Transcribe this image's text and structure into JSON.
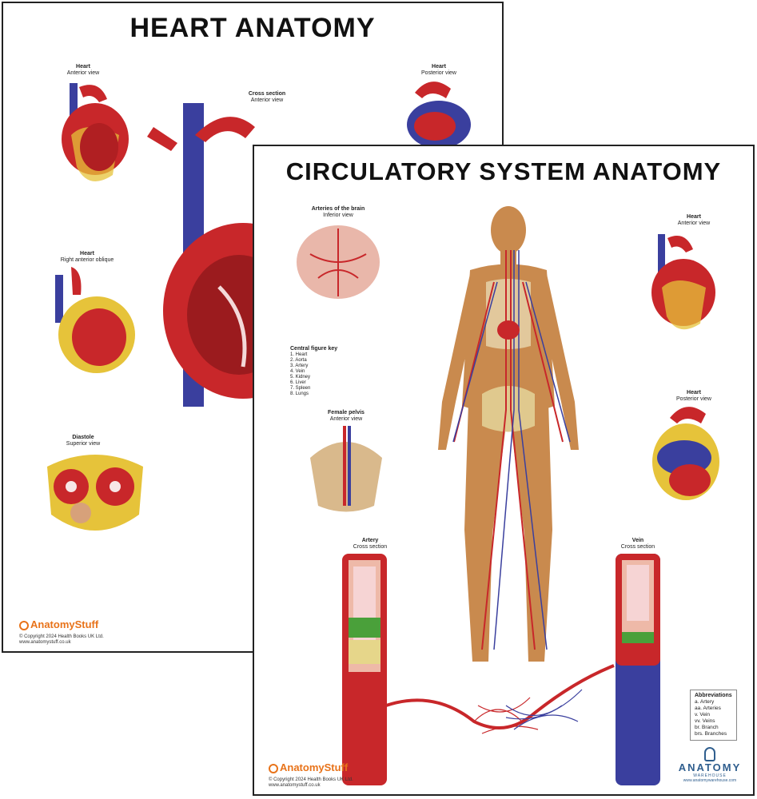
{
  "back_poster": {
    "title": "HEART ANATOMY",
    "captions": {
      "anterior": {
        "title": "Heart",
        "sub": "Anterior view"
      },
      "cross_section": {
        "title": "Cross section",
        "sub": "Anterior view"
      },
      "posterior": {
        "title": "Heart",
        "sub": "Posterior view"
      },
      "right_anterior_oblique": {
        "title": "Heart",
        "sub": "Right anterior oblique"
      },
      "diastole": {
        "title": "Diastole",
        "sub": "Superior view"
      }
    },
    "brand": "AnatomyStuff",
    "copyright": "© Copyright 2024 Health Books UK Ltd.",
    "url": "www.anatomystuff.co.uk"
  },
  "front_poster": {
    "title": "CIRCULATORY SYSTEM ANATOMY",
    "captions": {
      "brain": {
        "title": "Arteries of the brain",
        "sub": "Inferior view"
      },
      "heart_anterior": {
        "title": "Heart",
        "sub": "Anterior view"
      },
      "heart_posterior": {
        "title": "Heart",
        "sub": "Posterior view"
      },
      "female_pelvis": {
        "title": "Female pelvis",
        "sub": "Anterior view"
      },
      "artery": {
        "title": "Artery",
        "sub": "Cross section"
      },
      "vein": {
        "title": "Vein",
        "sub": "Cross section"
      }
    },
    "key": {
      "title": "Central figure key",
      "items": [
        "1. Heart",
        "2. Aorta",
        "3. Artery",
        "4. Vein",
        "5. Kidney",
        "6. Liver",
        "7. Spleen",
        "8. Lungs"
      ]
    },
    "abbreviations": {
      "title": "Abbreviations",
      "items": [
        "a. Artery",
        "aa. Arteries",
        "v. Vein",
        "vv. Veins",
        "br. Branch",
        "brs. Branches"
      ]
    },
    "brand": "AnatomyStuff",
    "copyright": "© Copyright 2024 Health Books UK Ltd.",
    "url": "www.anatomystuff.co.uk",
    "publisher": {
      "name": "ANATOMY",
      "tag": "WAREHOUSE",
      "url": "www.anatomywarehouse.com"
    }
  },
  "colors": {
    "artery_red": "#c8272a",
    "vein_blue": "#3a3f9e",
    "skin": "#c98a4e",
    "fat_yellow": "#e6c33a",
    "brand_orange": "#e8731a"
  }
}
